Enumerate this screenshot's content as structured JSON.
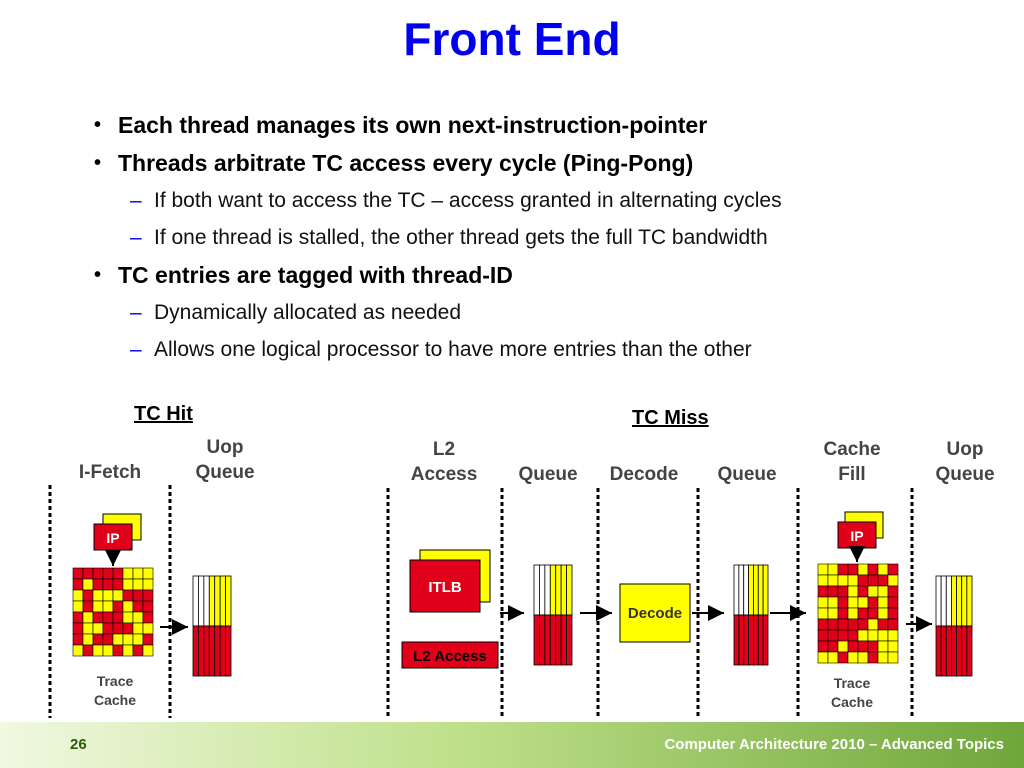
{
  "slide": {
    "title": "Front End",
    "bullets": [
      {
        "level": 1,
        "text": "Each thread manages its own next-instruction-pointer"
      },
      {
        "level": 1,
        "text": "Threads arbitrate TC access every cycle (Ping-Pong)"
      },
      {
        "level": 2,
        "text": "If both want to access the TC – access granted in alternating cycles"
      },
      {
        "level": 2,
        "text": "If one thread is stalled, the other thread gets the full TC bandwidth"
      },
      {
        "level": 1,
        "text": "TC entries are tagged with thread-ID"
      },
      {
        "level": 2,
        "text": "Dynamically allocated as needed"
      },
      {
        "level": 2,
        "text": "Allows one logical processor to have more entries than the other"
      }
    ]
  },
  "diagram": {
    "hit": {
      "caption": "TC Hit",
      "stage_ifetch": "I-Fetch",
      "stage_uop_1": "Uop",
      "stage_uop_2": "Queue",
      "ip_label": "IP",
      "trace_1": "Trace",
      "trace_2": "Cache"
    },
    "miss": {
      "caption": "TC Miss",
      "stage_l2_1": "L2",
      "stage_l2_2": "Access",
      "stage_queue_a": "Queue",
      "stage_decode": "Decode",
      "stage_queue_b": "Queue",
      "stage_fill_1": "Cache",
      "stage_fill_2": "Fill",
      "stage_uop_1": "Uop",
      "stage_uop_2": "Queue",
      "itlb_label": "ITLB",
      "l2_access_label": "L2 Access",
      "decode_label": "Decode",
      "ip_label": "IP",
      "trace_1": "Trace",
      "trace_2": "Cache"
    }
  },
  "colors": {
    "title": "#0000ee",
    "cell_red": "#e0001a",
    "cell_yellow": "#ffff00"
  },
  "footer": {
    "page_number": "26",
    "course": "Computer Architecture  2010 – Advanced Topics"
  }
}
